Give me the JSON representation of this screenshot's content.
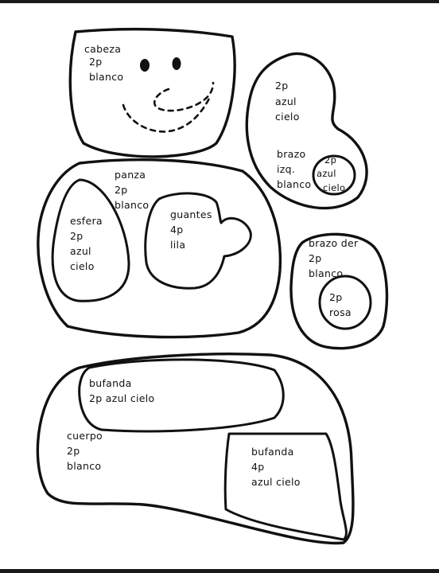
{
  "head": {
    "name": "cabeza",
    "qty": "2p",
    "color": "blanco"
  },
  "arm_left_outer": {
    "qty": "2p",
    "color": "azul cielo"
  },
  "arm_left": {
    "name": "brazo",
    "side": "izq.",
    "color": "blanco"
  },
  "arm_left_patch": {
    "qty": "2p",
    "color_line1": "azul",
    "color_line2": "cielo"
  },
  "belly": {
    "name": "panza",
    "qty": "2p",
    "color": "blanco"
  },
  "sphere": {
    "name": "esfera",
    "qty": "2p",
    "color_line1": "azul",
    "color_line2": "cielo"
  },
  "gloves": {
    "name": "guantes",
    "qty": "4p",
    "color": "lila"
  },
  "arm_right": {
    "name": "brazo der",
    "qty": "2p",
    "color": "blanco"
  },
  "arm_right_patch": {
    "qty": "2p",
    "color": "rosa"
  },
  "scarf_top": {
    "name": "bufanda",
    "detail": "2p azul cielo"
  },
  "body": {
    "name": "cuerpo",
    "qty": "2p",
    "color": "blanco"
  },
  "scarf_bottom": {
    "name": "bufanda",
    "qty": "4p",
    "color": "azul cielo"
  },
  "colors": {
    "ink": "#111111",
    "paper": "#ffffff"
  }
}
